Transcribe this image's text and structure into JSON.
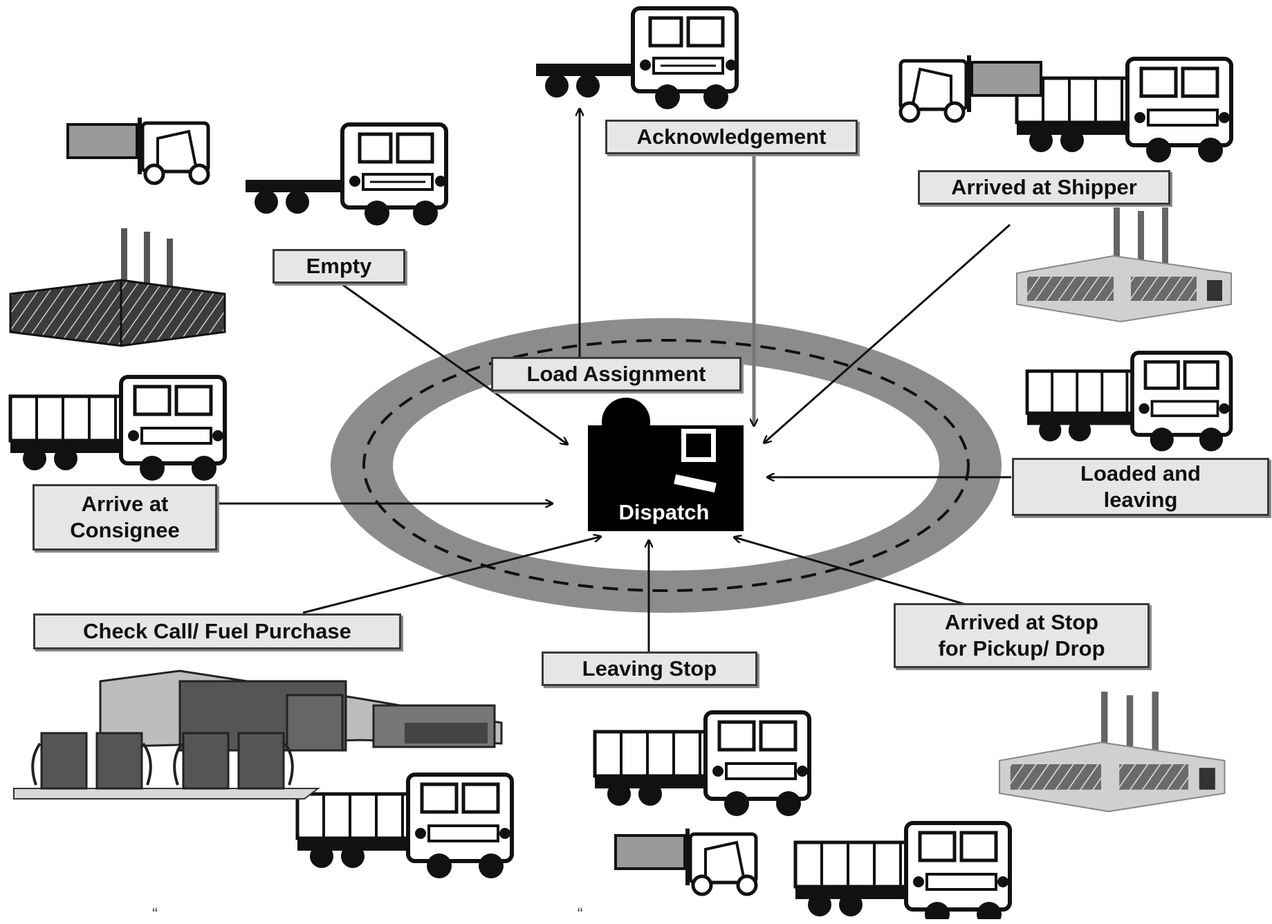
{
  "labels": {
    "acknowledgement": "Acknowledgement",
    "arrived_at_shipper": "Arrived at Shipper",
    "empty": "Empty",
    "load_assignment": "Load Assignment",
    "loaded_and_leaving": [
      "Loaded and",
      "leaving"
    ],
    "arrive_at_consignee": [
      "Arrive at",
      "Consignee"
    ],
    "check_call": "Check Call/ Fuel Purchase",
    "leaving_stop": "Leaving Stop",
    "arrived_at_stop": [
      "Arrived at Stop",
      "for Pickup/ Drop"
    ],
    "dispatch": "Dispatch"
  },
  "stray_marks": "“ “",
  "icons": [
    "truck-icon",
    "forklift-icon",
    "factory-icon",
    "dispatcher-icon",
    "warehouse-icon",
    "fuel-pump-icon"
  ],
  "colors": {
    "road": "#8c8c8c",
    "label_fill": "#e6e6e6",
    "ink": "#111111"
  }
}
